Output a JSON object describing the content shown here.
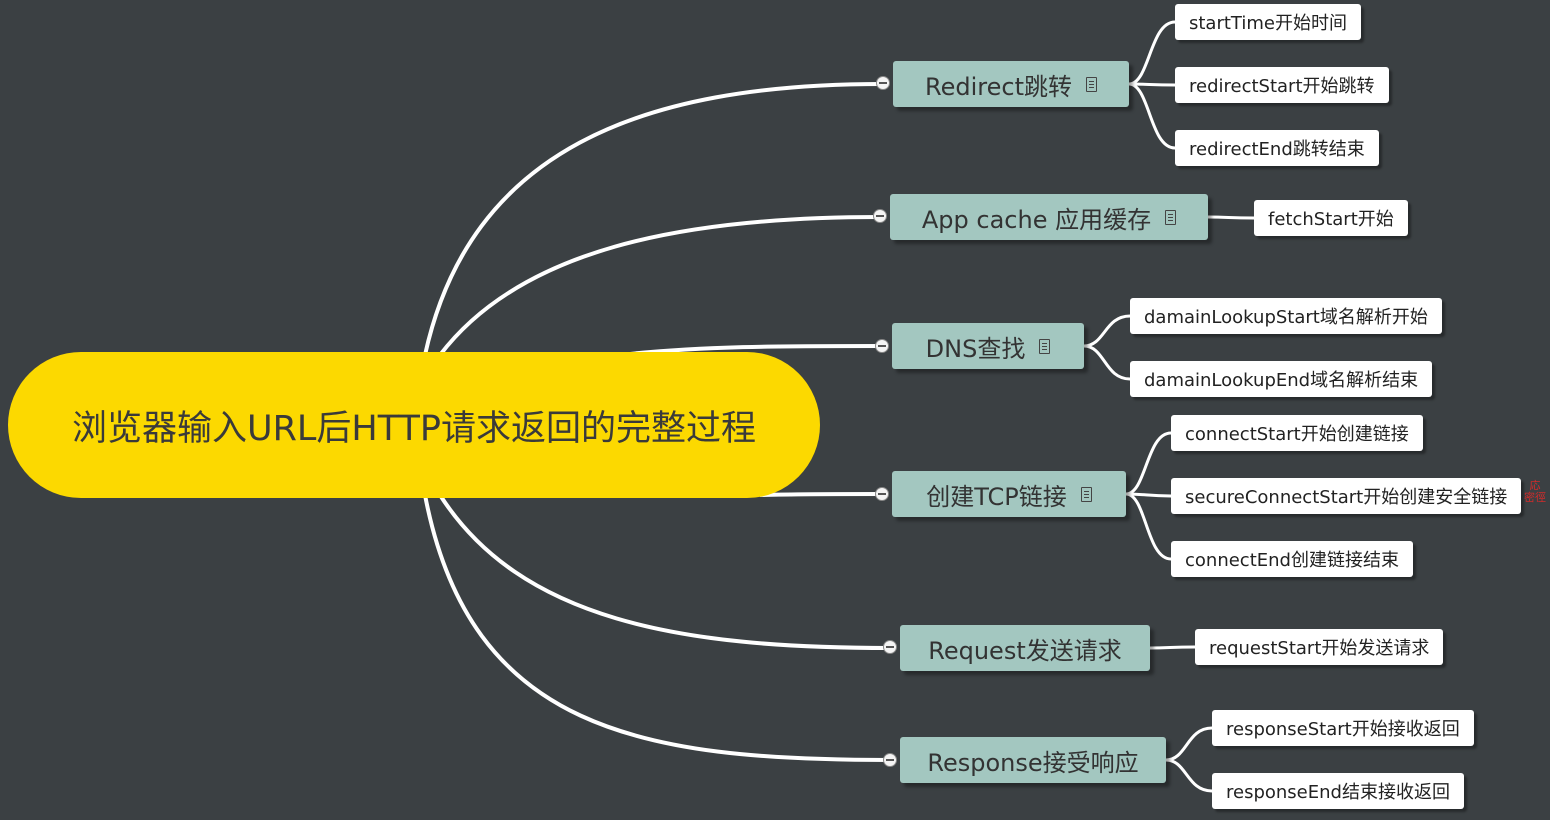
{
  "root": {
    "label": "浏览器输入URL后HTTP请求返回的完整过程"
  },
  "branches": [
    {
      "label": "Redirect跳转",
      "has_note": true,
      "children": [
        "startTime开始时间",
        "redirectStart开始跳转",
        "redirectEnd跳转结束"
      ]
    },
    {
      "label": "App cache 应用缓存",
      "has_note": true,
      "children": [
        "fetchStart开始"
      ]
    },
    {
      "label": "DNS查找",
      "has_note": true,
      "children": [
        "damainLookupStart域名解析开始",
        "damainLookupEnd域名解析结束"
      ]
    },
    {
      "label": "创建TCP链接",
      "has_note": true,
      "children": [
        "connectStart开始创建链接",
        "secureConnectStart开始创建安全链接",
        "connectEnd创建链接结束"
      ]
    },
    {
      "label": "Request发送请求",
      "has_note": false,
      "children": [
        "requestStart开始发送请求"
      ]
    },
    {
      "label": "Response接受响应",
      "has_note": false,
      "children": [
        "responseStart开始接收返回",
        "responseEnd结束接收返回"
      ]
    }
  ],
  "colors": {
    "background": "#3b4043",
    "root": "#fcd900",
    "branch": "#a3c7c0",
    "leaf": "#ffffff",
    "connector": "#ffffff"
  },
  "icons": {
    "note": "note-icon",
    "collapse": "collapse-toggle-icon"
  }
}
